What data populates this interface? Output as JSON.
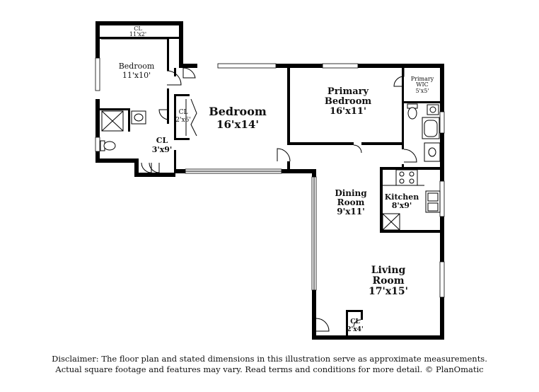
{
  "rooms": {
    "closet_top": {
      "name": "CL",
      "dim": "11'x2'"
    },
    "bedroom_small": {
      "name": "Bedroom",
      "dim": "11'x10'"
    },
    "closet_2x6": {
      "name": "CL",
      "dim": "2'x6'"
    },
    "bedroom_large": {
      "name": "Bedroom",
      "dim": "16'x14'"
    },
    "closet_3x9": {
      "name": "CL",
      "dim": "3'x9'"
    },
    "primary_bedroom": {
      "name1": "Primary",
      "name2": "Bedroom",
      "dim": "16'x11'"
    },
    "primary_wic": {
      "name1": "Primary",
      "name2": "WIC",
      "dim": "5'x5'"
    },
    "dining_room": {
      "name1": "Dining",
      "name2": "Room",
      "dim": "9'x11'"
    },
    "kitchen": {
      "name": "Kitchen",
      "dim": "8'x9'"
    },
    "living_room": {
      "name1": "Living",
      "name2": "Room",
      "dim": "17'x15'"
    },
    "closet_2x4": {
      "name": "CL",
      "dim": "2'x4'"
    }
  },
  "disclaimer": {
    "line1": "Disclaimer: The floor plan and stated dimensions in this illustration serve as approximate measurements.",
    "line2": "Actual square footage and features may vary. Read terms and conditions for more detail. © PlanOmatic"
  }
}
